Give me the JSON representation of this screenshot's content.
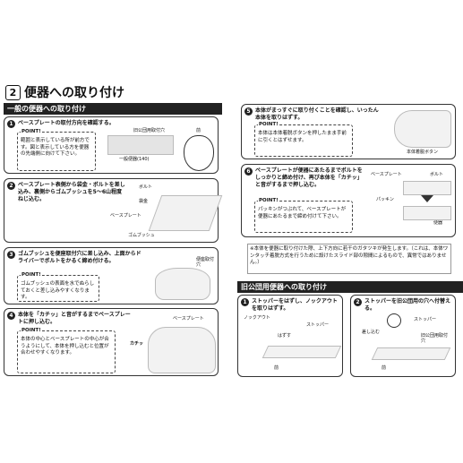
{
  "header": {
    "number": "2",
    "title": "便器への取り付け"
  },
  "left": {
    "bar": "一般の便器への取り付け",
    "steps": [
      {
        "n": "1",
        "text": "ベースプレートの取付方向を確認する。"
      },
      {
        "n": "2",
        "text": "ベースプレート表側から袋金・ボルトを差し込み、裏側からゴムブッシュを5～6山程度ねじ込む。"
      },
      {
        "n": "3",
        "text": "ゴムブッシュを便座取付穴に差し込み、上面からドライバーでボルトをかるく締め付ける。"
      },
      {
        "n": "4",
        "text": "本体を「カチッ」と音がするまでベースプレートに押し込む。"
      }
    ],
    "points": [
      "範囲と表示している所が前方です。図と表示している方を便器の先端側に向けて下さい。",
      "ゴムブッシュの表面を水でぬらしておくと差し込みやすくなります。",
      "本体の中心とベースプレートの中心が合うようにして、本体を押し込むと位置が合わせやすくなります。"
    ],
    "labels": {
      "s1_top": "旧公団用取付穴",
      "s1_bottom": "一般便器(140)",
      "s1_front": "前",
      "bolt": "ボルト",
      "fukukin": "袋金",
      "baseplate": "ベースプレート",
      "gombush": "ゴムブッシュ",
      "s3_hole": "便座取付穴",
      "s4_plate": "ベースプレート",
      "s4_click": "カチッ"
    }
  },
  "right": {
    "steps": [
      {
        "n": "5",
        "text": "本体がまっすぐに取り付くことを確認し、いったん本体を取りはずす。"
      },
      {
        "n": "6",
        "text": "ベースプレートが便器にあたるまでボルトをしっかりと締め付け、再び本体を「カチッ」と音がするまで押し込む。"
      }
    ],
    "points": [
      "本体は本体着脱ボタンを押したまま手前に引くとはずせます。",
      "パッキンがつぶれて、ベースプレートが便器にあたるまで締め付けて下さい。"
    ],
    "labels": {
      "s5_button": "本体着脱ボタン",
      "s6_plate": "ベースプレート",
      "s6_bolt": "ボルト",
      "s6_packing": "パッキン",
      "s6_toilet": "便器"
    },
    "note": "※本体を便器に取り付けた際、上下方向に若干のガタツキが発生します。（これは、本体ワンタッチ着脱方式を行うために設けたスライド部の隙間によるもので、異常ではありません。）",
    "bar2": "旧公団用便器への取り付け",
    "steps2": [
      {
        "n": "1",
        "text": "ストッパーをはずし、ノックアウトを取りはずす。"
      },
      {
        "n": "2",
        "text": "ストッパーを旧公団用の穴へ付替える。"
      }
    ],
    "labels2": {
      "knockout": "ノックアウト",
      "stopper": "ストッパー",
      "toru": "はずす",
      "front1": "前",
      "stopper2": "ストッパー",
      "push": "差し込む",
      "old_hole": "旧公団用取付穴",
      "front2": "前"
    }
  }
}
